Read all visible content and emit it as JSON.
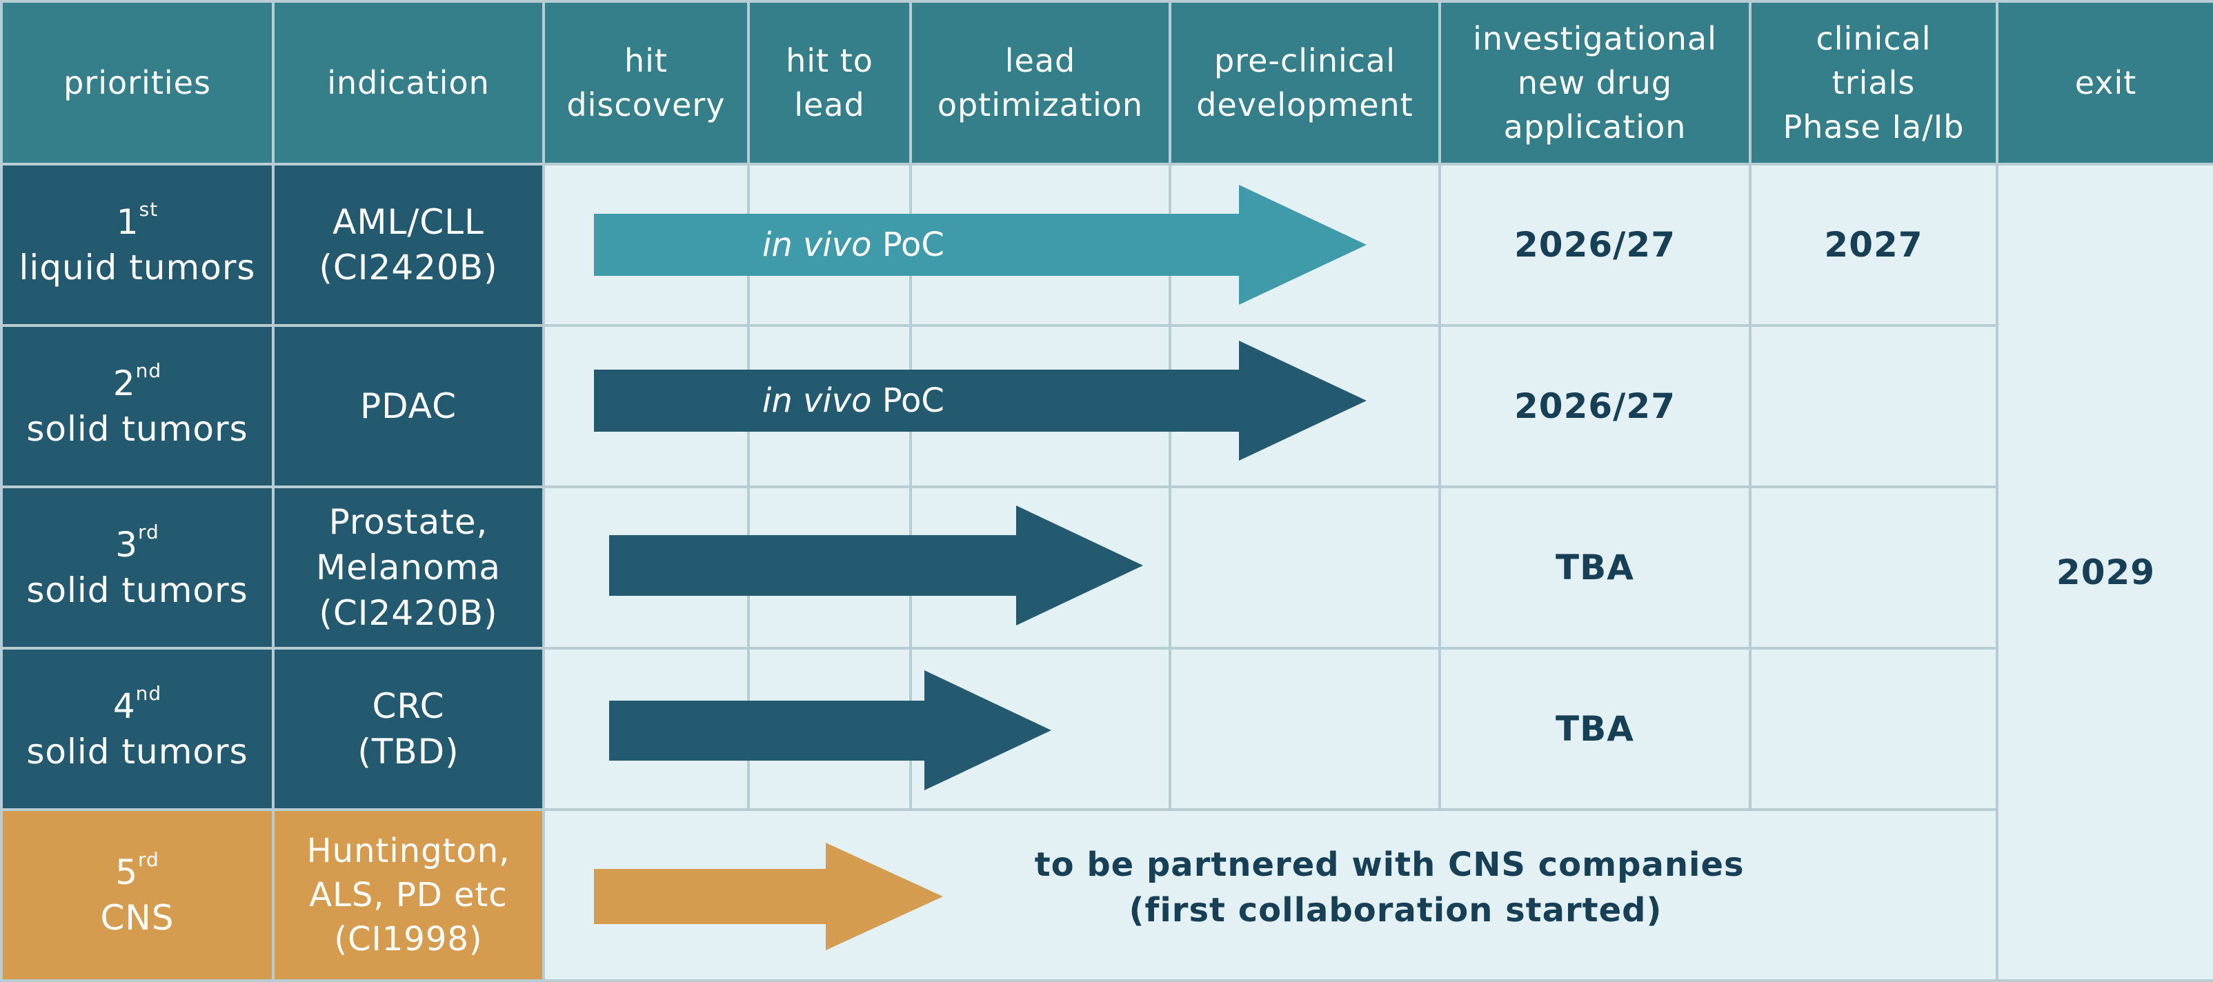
{
  "colors": {
    "header_bg": "#347f89",
    "priority_bg": "#245a70",
    "cns_bg": "#d59c4f",
    "grid_bg": "#e3f1f4",
    "arrow_light": "#3f9aa9",
    "arrow_dark": "#245a70",
    "arrow_cns": "#d59c4f",
    "text_dark": "#173f56"
  },
  "headers": {
    "priorities": "priorities",
    "indication": "indication",
    "hit_discovery": [
      "hit",
      "discovery"
    ],
    "hit_to_lead": [
      "hit to",
      "lead"
    ],
    "lead_optimization": [
      "lead",
      "optimization"
    ],
    "preclinical": [
      "pre-clinical",
      "development"
    ],
    "ind": [
      "investigational",
      "new drug",
      "application"
    ],
    "clinical": [
      "clinical",
      "trials",
      "Phase Ia/Ib"
    ],
    "exit": "exit"
  },
  "rows": [
    {
      "rank_num": "1",
      "rank_sup": "st",
      "category": "liquid tumors",
      "indication": [
        "AML/CLL",
        "(CI2420B)"
      ],
      "arrow_label_italic": "in vivo",
      "arrow_label_rest": " PoC",
      "ind_value": "2026/27",
      "clinical_value": "2027"
    },
    {
      "rank_num": "2",
      "rank_sup": "nd",
      "category": "solid tumors",
      "indication": [
        "PDAC"
      ],
      "arrow_label_italic": "in vivo",
      "arrow_label_rest": " PoC",
      "ind_value": "2026/27",
      "clinical_value": ""
    },
    {
      "rank_num": "3",
      "rank_sup": "rd",
      "category": "solid tumors",
      "indication": [
        "Prostate,",
        "Melanoma",
        "(CI2420B)"
      ],
      "ind_value": "TBA",
      "clinical_value": ""
    },
    {
      "rank_num": "4",
      "rank_sup": "nd",
      "category": "solid tumors",
      "indication": [
        "CRC",
        "(TBD)"
      ],
      "ind_value": "TBA",
      "clinical_value": ""
    },
    {
      "rank_num": "5",
      "rank_sup": "rd",
      "category": "CNS",
      "indication": [
        "Huntington,",
        "ALS, PD etc",
        "(CI1998)"
      ],
      "note": [
        "to be partnered with CNS companies",
        "(first collaboration started)"
      ]
    }
  ],
  "exit_value": "2029"
}
